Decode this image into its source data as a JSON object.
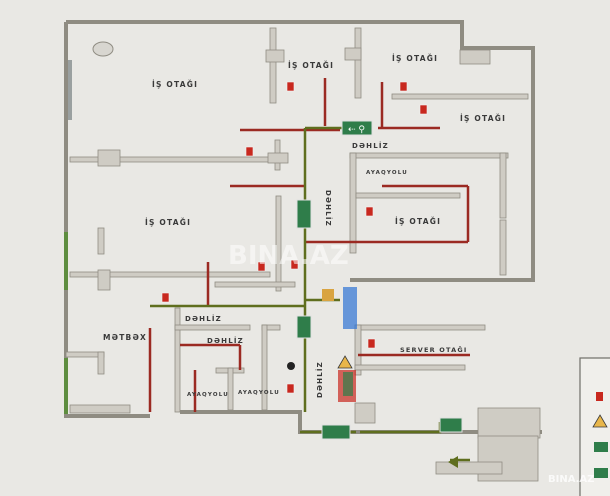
{
  "rooms": {
    "office_1": "İŞ OTAĞI",
    "office_2": "İŞ OTAĞI",
    "office_3": "İŞ OTAĞI",
    "office_4": "İŞ OTAĞI",
    "office_5": "İŞ OTAĞI",
    "office_6": "İŞ OTAĞI",
    "corridor_1": "DƏHLİZ",
    "corridor_2": "DƏHLİZ",
    "corridor_3": "DƏHLİZ",
    "corridor_4": "DƏHLİZ",
    "corridor_5": "DƏHLİZ",
    "kitchen": "MƏTBƏX",
    "wc_1": "AYAQYOLU",
    "wc_2": "AYAQYOLU",
    "wc_3": "AYAQYOLU",
    "server_room": "SERVER OTAĞI"
  },
  "watermark": "BINA.AZ",
  "watermark_corner": "BINA.AZ",
  "colors": {
    "background": "#e9e8e4",
    "wall": "#cfccc4",
    "fire_line": "#9b2a22",
    "evac_line": "#5f6e1e",
    "exit_sign": "#2f7d4a",
    "extinguisher": "#c8281e",
    "window": "#6a9a5a"
  },
  "icons": [
    "exit-sign-icon",
    "fire-extinguisher-icon",
    "warning-icon",
    "stairs-exit-arrow-icon"
  ]
}
